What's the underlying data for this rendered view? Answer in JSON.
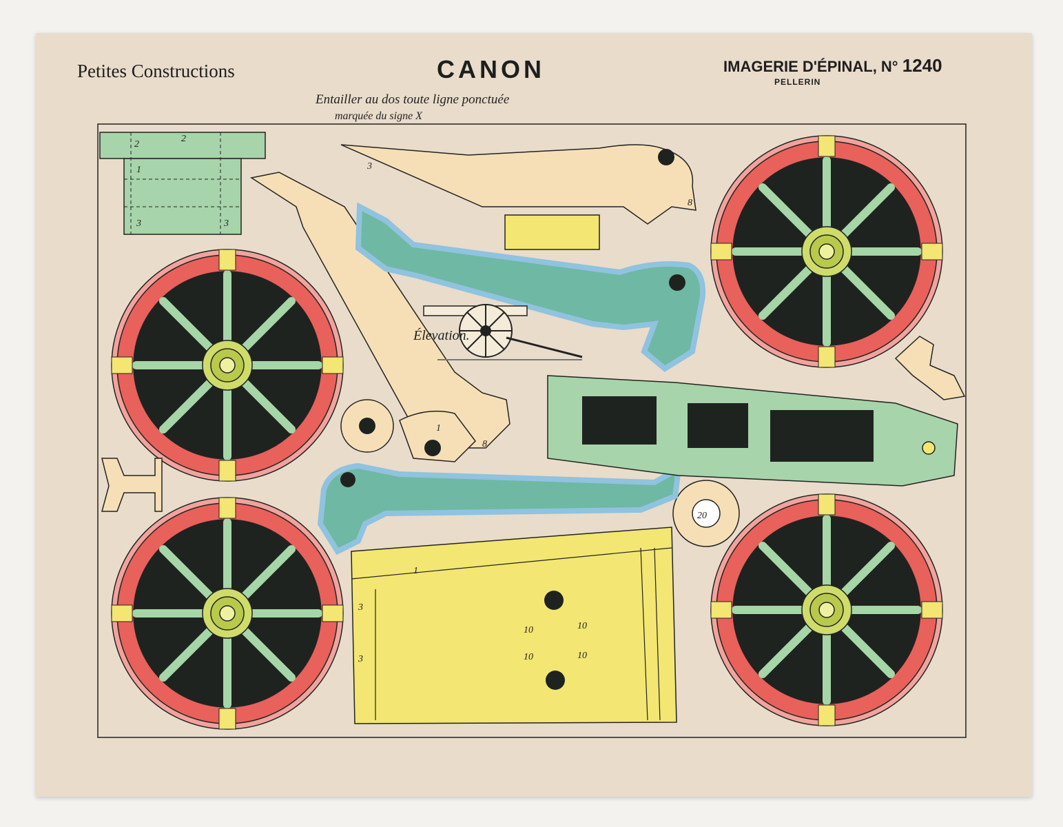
{
  "header": {
    "left_title": "Petites Constructions",
    "center_title": "CANON",
    "right_title": "IMAGERIE D'ÉPINAL, N°",
    "right_number": "1240",
    "publisher": "PELLERIN"
  },
  "instructions": {
    "line1": "Entailler au dos toute ligne ponctuée",
    "line2": "marquée du signe X"
  },
  "elevation_label": "Élevation.",
  "part_numbers": {
    "one": "1",
    "two": "2",
    "three": "3",
    "eight": "8",
    "ten": "10",
    "twenty": "20"
  },
  "colors": {
    "paper": "#e9dccb",
    "wheel_rim": "#e8615b",
    "wheel_dark": "#1f2320",
    "spoke": "#a6d6a8",
    "hub": "#cfdc6a",
    "yellow": "#f3e672",
    "green": "#a7d4aa",
    "teal": "#6fb8a3",
    "blue_edge": "#8fc3df",
    "cream": "#f6dfb6"
  },
  "icons": [
    "cannon-elevation-icon",
    "wheel-icon",
    "clip-tab-icon"
  ]
}
